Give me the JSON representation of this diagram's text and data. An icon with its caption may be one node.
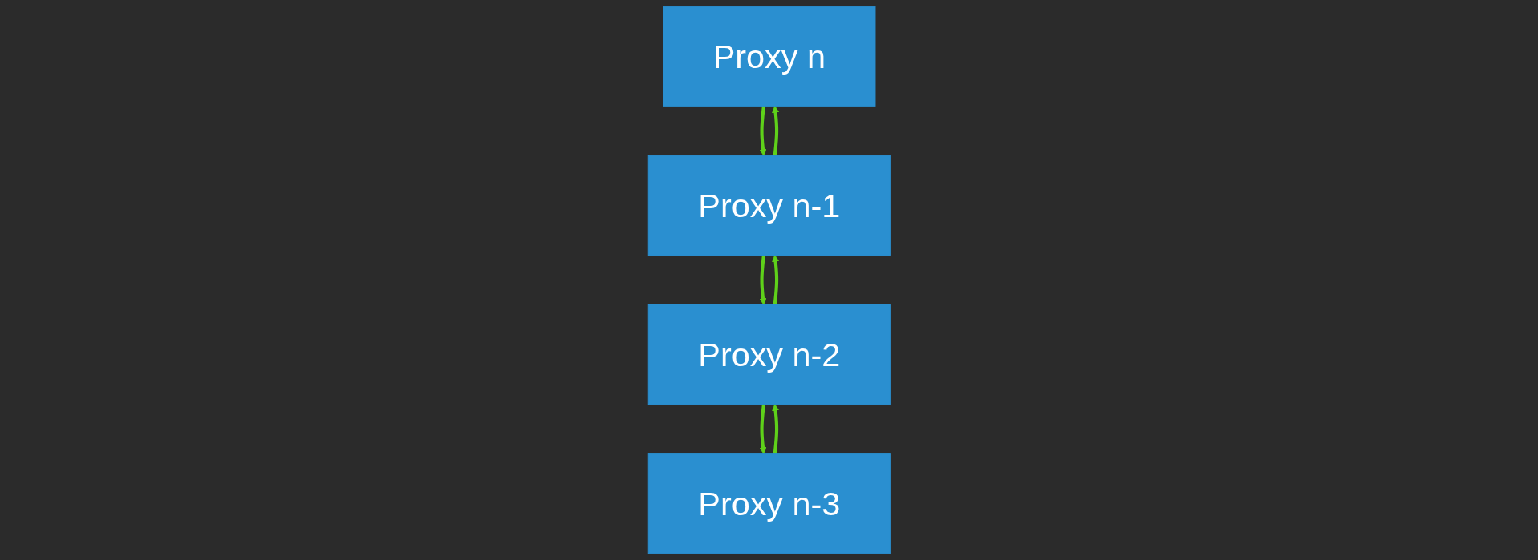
{
  "diagram": {
    "nodes": [
      {
        "text": [
          "Proxy n"
        ]
      },
      {
        "text": [
          "Proxy n-1"
        ]
      },
      {
        "text": [
          "Proxy n-2"
        ]
      },
      {
        "text": [
          "Proxy n-3"
        ]
      }
    ],
    "edges": [
      {
        "from": 0,
        "to": 1,
        "arrow": "to"
      },
      {
        "from": 1,
        "to": 2,
        "arrow": "to"
      },
      {
        "from": 2,
        "to": 3,
        "arrow": "to"
      },
      {
        "from": 1,
        "to": 0,
        "arrow": "to"
      },
      {
        "from": 2,
        "to": 1,
        "arrow": "to"
      },
      {
        "from": 3,
        "to": 2,
        "arrow": "to"
      }
    ]
  }
}
